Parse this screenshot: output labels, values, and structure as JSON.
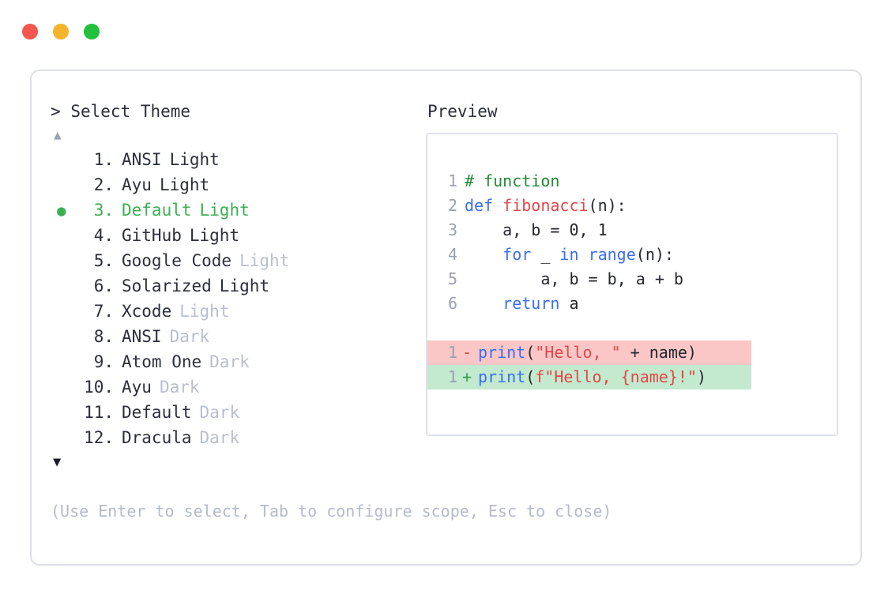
{
  "window": {
    "dots": [
      {
        "name": "close-dot",
        "color": "#f4564f"
      },
      {
        "name": "minimize-dot",
        "color": "#f5b32c"
      },
      {
        "name": "maximize-dot",
        "color": "#22c03c"
      }
    ]
  },
  "prompt": {
    "caret": ">",
    "title": "Select Theme"
  },
  "scroll": {
    "up": "▲",
    "down": "▼"
  },
  "selection": {
    "bullet": "●",
    "selected_index": 3,
    "accent_color": "#3daf52"
  },
  "themes": [
    {
      "num": " 1.",
      "name": "ANSI",
      "variant": "Light",
      "variant_muted": false,
      "selected": false,
      "bullet": ""
    },
    {
      "num": " 2.",
      "name": "Ayu",
      "variant": "Light",
      "variant_muted": false,
      "selected": false,
      "bullet": ""
    },
    {
      "num": " 3.",
      "name": "Default",
      "variant": "Light",
      "variant_muted": false,
      "selected": true,
      "bullet": "●"
    },
    {
      "num": " 4.",
      "name": "GitHub",
      "variant": "Light",
      "variant_muted": false,
      "selected": false,
      "bullet": ""
    },
    {
      "num": " 5.",
      "name": "Google Code",
      "variant": "Light",
      "variant_muted": true,
      "selected": false,
      "bullet": ""
    },
    {
      "num": " 6.",
      "name": "Solarized",
      "variant": "Light",
      "variant_muted": false,
      "selected": false,
      "bullet": ""
    },
    {
      "num": " 7.",
      "name": "Xcode",
      "variant": "Light",
      "variant_muted": true,
      "selected": false,
      "bullet": ""
    },
    {
      "num": " 8.",
      "name": "ANSI",
      "variant": "Dark",
      "variant_muted": true,
      "selected": false,
      "bullet": ""
    },
    {
      "num": " 9.",
      "name": "Atom One",
      "variant": "Dark",
      "variant_muted": true,
      "selected": false,
      "bullet": ""
    },
    {
      "num": "10.",
      "name": "Ayu",
      "variant": "Dark",
      "variant_muted": true,
      "selected": false,
      "bullet": ""
    },
    {
      "num": "11.",
      "name": "Default",
      "variant": "Dark",
      "variant_muted": true,
      "selected": false,
      "bullet": ""
    },
    {
      "num": "12.",
      "name": "Dracula",
      "variant": "Dark",
      "variant_muted": true,
      "selected": false,
      "bullet": ""
    }
  ],
  "preview": {
    "label": "Preview",
    "code_lines": [
      {
        "gutter": "1",
        "tokens": [
          {
            "t": "# function",
            "c": "tok-comment"
          }
        ]
      },
      {
        "gutter": "2",
        "tokens": [
          {
            "t": "def ",
            "c": "tok-keyword"
          },
          {
            "t": "fibonacci",
            "c": "tok-function"
          },
          {
            "t": "(n):",
            "c": "tok-plain"
          }
        ]
      },
      {
        "gutter": "3",
        "tokens": [
          {
            "t": "    a, b = 0, 1",
            "c": "tok-plain"
          }
        ]
      },
      {
        "gutter": "4",
        "tokens": [
          {
            "t": "    ",
            "c": "tok-plain"
          },
          {
            "t": "for",
            "c": "tok-keyword"
          },
          {
            "t": " _ ",
            "c": "tok-plain"
          },
          {
            "t": "in",
            "c": "tok-keyword"
          },
          {
            "t": " ",
            "c": "tok-plain"
          },
          {
            "t": "range",
            "c": "tok-builtin"
          },
          {
            "t": "(n):",
            "c": "tok-plain"
          }
        ]
      },
      {
        "gutter": "5",
        "tokens": [
          {
            "t": "        a, b = b, a + b",
            "c": "tok-plain"
          }
        ]
      },
      {
        "gutter": "6",
        "tokens": [
          {
            "t": "    ",
            "c": "tok-plain"
          },
          {
            "t": "return",
            "c": "tok-keyword"
          },
          {
            "t": " a",
            "c": "tok-plain"
          }
        ]
      }
    ],
    "diff_lines": [
      {
        "gutter": "1",
        "marker": "-",
        "kind": "minus",
        "tokens": [
          {
            "t": "print",
            "c": "tok-builtin"
          },
          {
            "t": "(",
            "c": "tok-plain"
          },
          {
            "t": "\"Hello, \"",
            "c": "tok-string"
          },
          {
            "t": " + name)",
            "c": "tok-plain"
          }
        ]
      },
      {
        "gutter": "1",
        "marker": "+",
        "kind": "plus",
        "tokens": [
          {
            "t": "print",
            "c": "tok-builtin"
          },
          {
            "t": "(",
            "c": "tok-plain"
          },
          {
            "t": "f\"Hello, {name}!\"",
            "c": "tok-string"
          },
          {
            "t": ")",
            "c": "tok-plain"
          }
        ]
      }
    ]
  },
  "footer": {
    "help": "(Use Enter to select, Tab to configure scope, Esc to close)"
  }
}
